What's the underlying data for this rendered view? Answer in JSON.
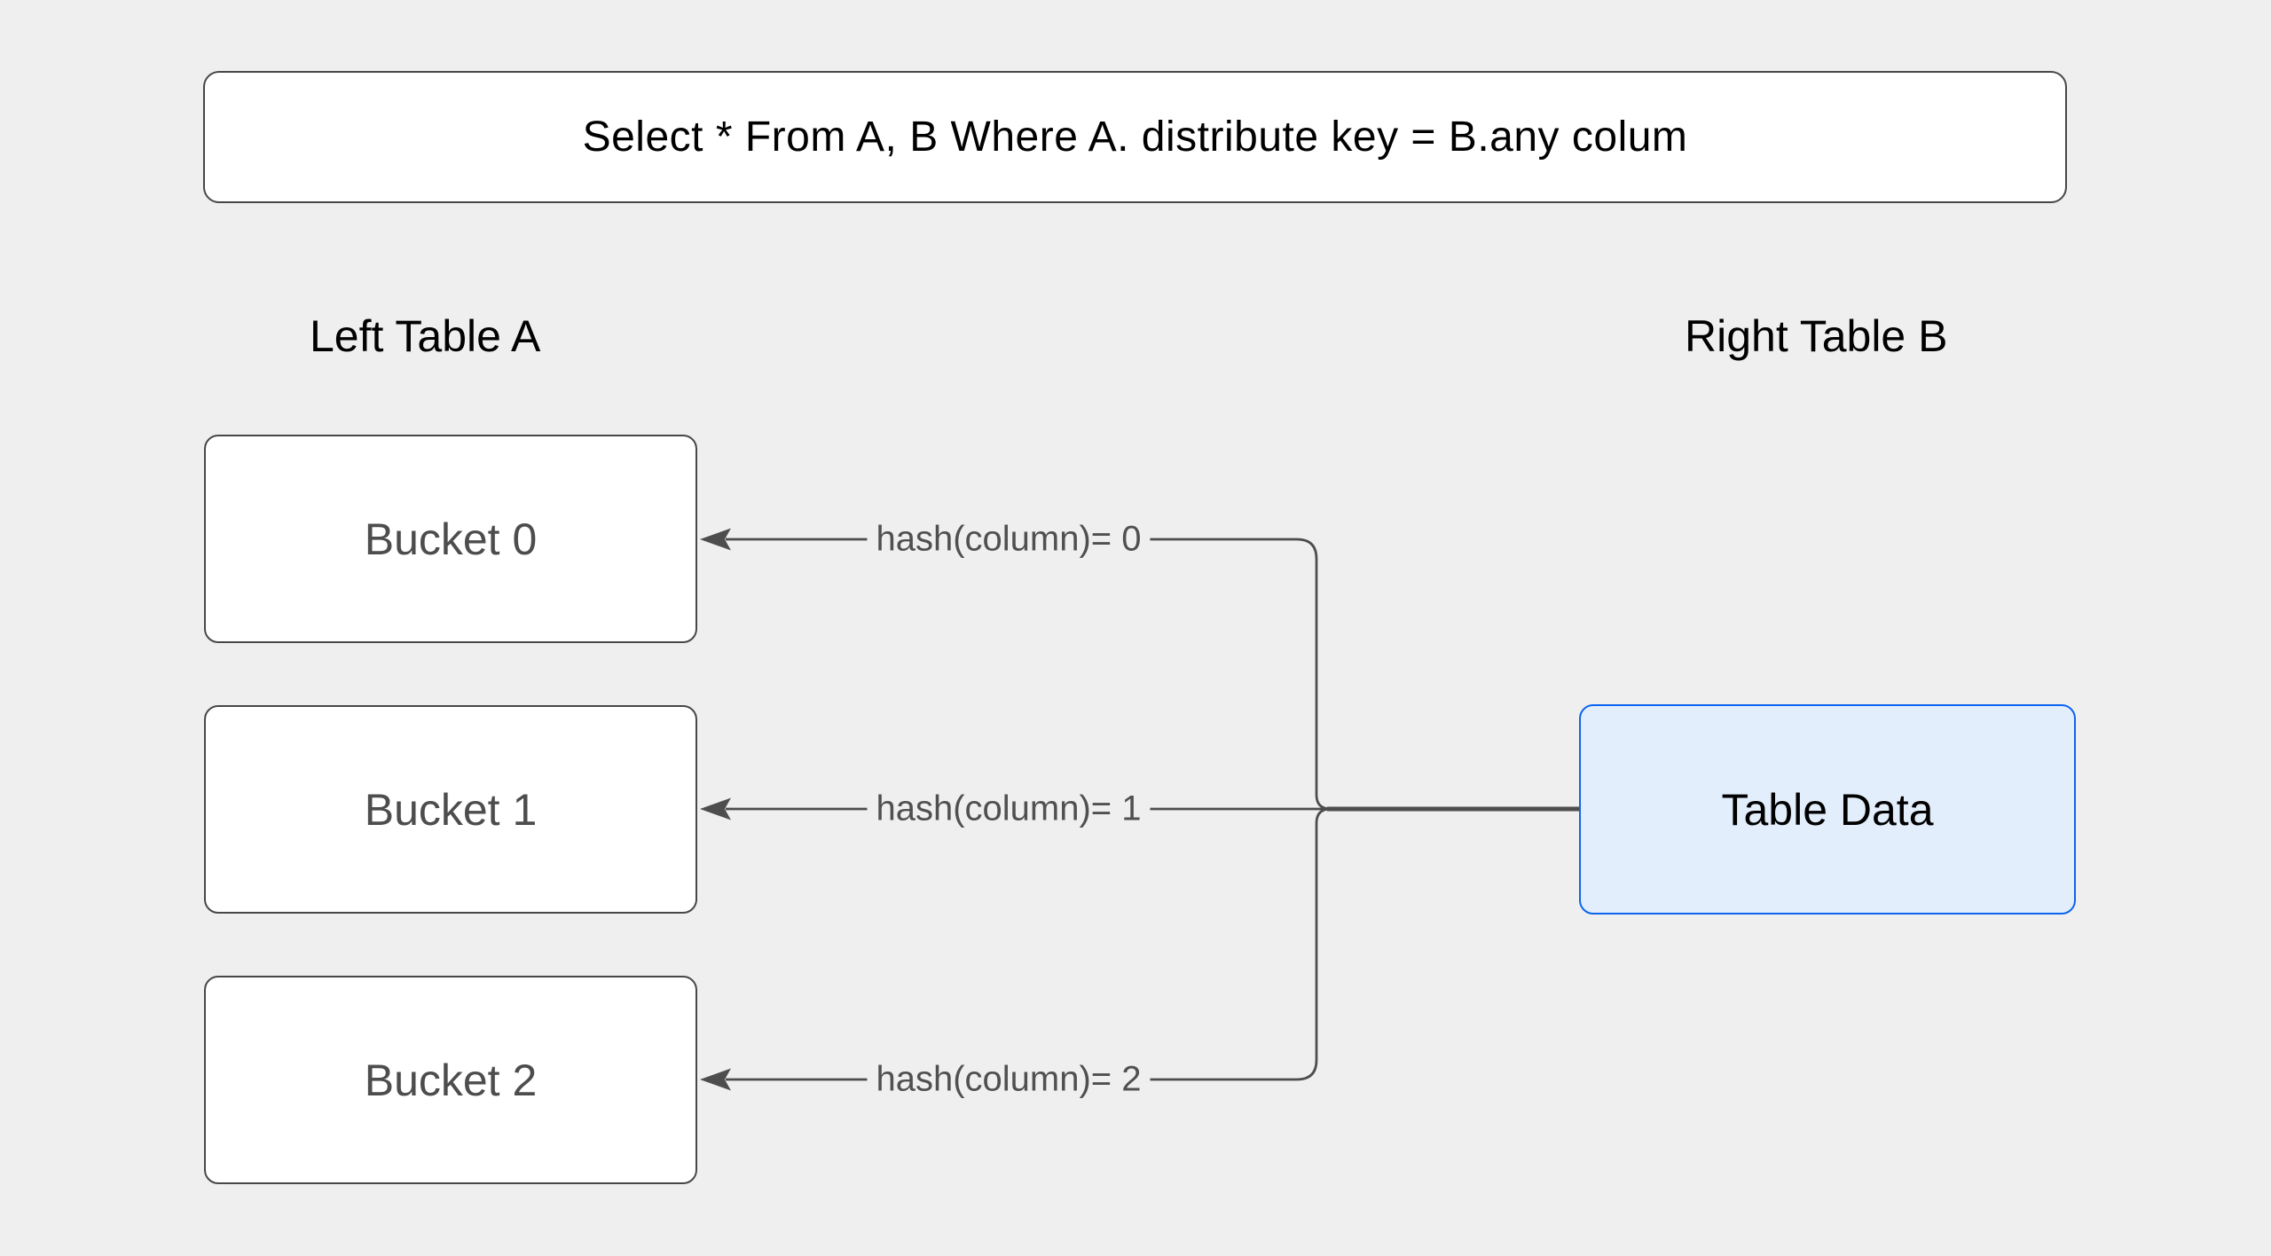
{
  "colors": {
    "background": "#efefef",
    "connector_line": "#4d4d4d",
    "node_border": "#474747",
    "node_fill": "#ffffff",
    "bucket_text": "#4d4d4d",
    "table_data_fill": "#e3eefc",
    "table_data_border": "#0c64f0",
    "heading_text": "#000000"
  },
  "query_box": {
    "text": "Select * From A, B Where A. distribute key = B.any colum"
  },
  "sections": {
    "left": "Left Table A",
    "right": "Right Table B"
  },
  "buckets": [
    {
      "label": "Bucket 0"
    },
    {
      "label": "Bucket 1"
    },
    {
      "label": "Bucket 2"
    }
  ],
  "table_data": {
    "label": "Table Data"
  },
  "edges": [
    {
      "label": "hash(column)= 0",
      "from": "Table Data",
      "to": "Bucket 0"
    },
    {
      "label": "hash(column)= 1",
      "from": "Table Data",
      "to": "Bucket 1"
    },
    {
      "label": "hash(column)= 2",
      "from": "Table Data",
      "to": "Bucket 2"
    }
  ]
}
